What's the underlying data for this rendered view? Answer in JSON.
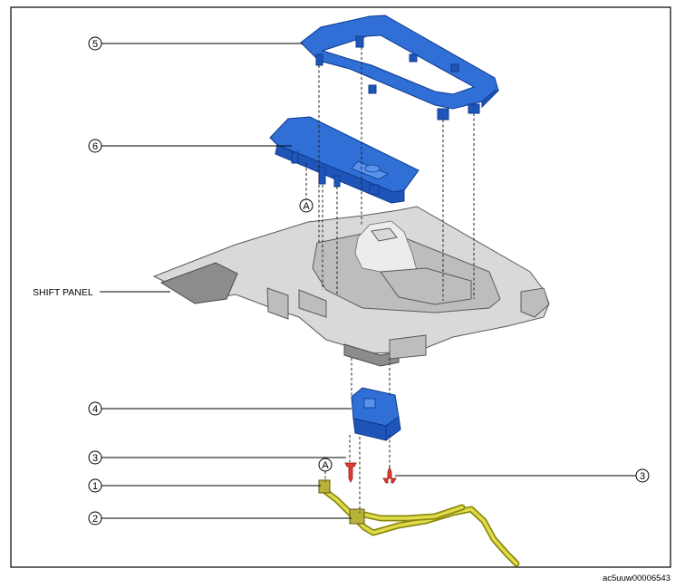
{
  "figure": {
    "callouts": {
      "c5": "5",
      "c6": "6",
      "cA_top": "A",
      "c4": "4",
      "c3_left": "3",
      "c3_right": "3",
      "cA_bottom": "A",
      "c1": "1",
      "c2": "2"
    },
    "shift_panel_label": "SHIFT PANEL",
    "reference_code": "ac5uuw00006543",
    "colors": {
      "part_highlight": "#2f6fd6",
      "panel": "#d9d9d9",
      "screw": "#e23b2e",
      "cable": "#d8d23a"
    }
  }
}
